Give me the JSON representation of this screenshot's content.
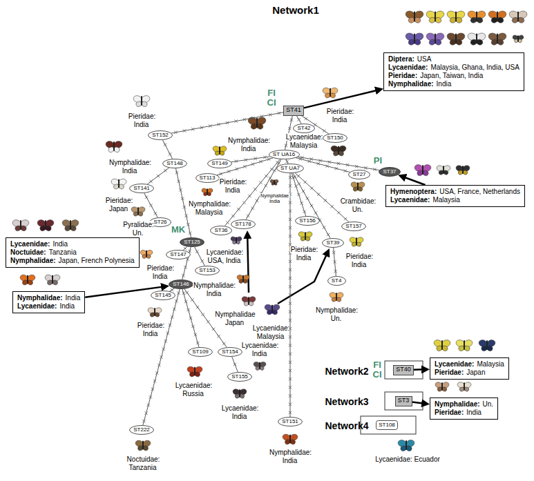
{
  "diagram": {
    "nodes": [
      {
        "text": [
          "ST41"
        ]
      },
      {
        "text": [
          "Diptera:",
          "USA",
          "Lycaenidae:",
          "Malaysia, Ghana, India, USA",
          "Pieridae:",
          "Japan, Taiwan, India",
          "Nymphalidae:",
          "India"
        ]
      },
      {
        "text": [
          "ST152"
        ]
      },
      {
        "text": [
          "ST150"
        ]
      },
      {
        "text": [
          "ST42"
        ]
      },
      {
        "text": [
          "ST148"
        ]
      },
      {
        "text": [
          "ST UA16"
        ]
      },
      {
        "text": [
          "ST149"
        ]
      },
      {
        "text": [
          "ST UA7"
        ]
      },
      {
        "text": [
          "ST27"
        ]
      },
      {
        "text": [
          "ST37"
        ]
      },
      {
        "text": [
          "ST113"
        ]
      },
      {
        "text": [
          "ST141"
        ]
      },
      {
        "text": [
          "Hymenoptera:",
          "USA, France, Netherlands",
          "Lycaenidae:",
          "Malaysia"
        ]
      },
      {
        "text": [
          "ST26"
        ]
      },
      {
        "text": [
          "ST36"
        ]
      },
      {
        "text": [
          "ST178"
        ]
      },
      {
        "text": [
          "ST156"
        ]
      },
      {
        "text": [
          "ST157"
        ]
      },
      {
        "text": [
          "ST39"
        ]
      },
      {
        "text": [
          "ST125"
        ]
      },
      {
        "text": [
          "Lycaenidae:",
          "India",
          "Noctuidae:",
          "Tanzania",
          "Nymphalidae:",
          "Japan, French Polynesia"
        ]
      },
      {
        "text": [
          "ST153"
        ]
      },
      {
        "text": [
          "ST147"
        ]
      },
      {
        "text": [
          "ST4"
        ]
      },
      {
        "text": [
          "ST146"
        ]
      },
      {
        "text": [
          "Nymphalidae:",
          "India",
          "Lycaenidae:",
          "India"
        ]
      },
      {
        "text": [
          "ST145"
        ]
      },
      {
        "text": [
          "ST109"
        ]
      },
      {
        "text": [
          "ST154"
        ]
      },
      {
        "text": [
          "ST40"
        ]
      },
      {
        "text": [
          "Lycaenidae:",
          "Malaysia",
          "Pieridae:",
          "Japan"
        ]
      },
      {
        "text": [
          "ST155"
        ]
      },
      {
        "text": [
          "ST3"
        ]
      },
      {
        "text": [
          "Nymphalidae:",
          "Un.",
          "Pieridae:",
          "India"
        ]
      },
      {
        "text": [
          "ST151"
        ]
      },
      {
        "text": [
          "ST108"
        ]
      },
      {
        "text": [
          "ST222"
        ]
      }
    ],
    "edges": [
      {
        "from": 0,
        "to": 1,
        "arrow": "to"
      },
      {
        "from": 0,
        "to": 2,
        "arrow": "none"
      },
      {
        "from": 0,
        "to": 4,
        "arrow": "none"
      },
      {
        "from": 0,
        "to": 3,
        "arrow": "none"
      },
      {
        "from": 0,
        "to": 6,
        "arrow": "none"
      },
      {
        "from": 2,
        "to": 5,
        "arrow": "none"
      },
      {
        "from": 5,
        "to": 12,
        "arrow": "none"
      },
      {
        "from": 5,
        "to": 20,
        "arrow": "none"
      },
      {
        "from": 12,
        "to": 14,
        "arrow": "none"
      },
      {
        "from": 6,
        "to": 7,
        "arrow": "none"
      },
      {
        "from": 6,
        "to": 11,
        "arrow": "none"
      },
      {
        "from": 6,
        "to": 15,
        "arrow": "none"
      },
      {
        "from": 6,
        "to": 16,
        "arrow": "none"
      },
      {
        "from": 6,
        "to": 8,
        "arrow": "none"
      },
      {
        "from": 6,
        "to": 9,
        "arrow": "none"
      },
      {
        "from": 6,
        "to": 10,
        "arrow": "none"
      },
      {
        "from": 13,
        "to": 10,
        "arrow": "to"
      },
      {
        "from": 8,
        "to": 17,
        "arrow": "none"
      },
      {
        "from": 8,
        "to": 19,
        "arrow": "none"
      },
      {
        "from": 8,
        "to": 18,
        "arrow": "none"
      },
      {
        "from": 8,
        "to": 35,
        "arrow": "none"
      },
      {
        "from": 19,
        "to": 24,
        "arrow": "none"
      },
      {
        "from": 20,
        "to": 23,
        "arrow": "none"
      },
      {
        "from": 20,
        "to": 22,
        "arrow": "none"
      },
      {
        "from": 20,
        "to": 25,
        "arrow": "none"
      },
      {
        "from": 26,
        "to": 25,
        "arrow": "to"
      },
      {
        "from": 25,
        "to": 27,
        "arrow": "none"
      },
      {
        "from": 25,
        "to": 28,
        "arrow": "none"
      },
      {
        "from": 25,
        "to": 29,
        "arrow": "none"
      },
      {
        "from": 25,
        "to": 37,
        "arrow": "none"
      },
      {
        "from": 29,
        "to": 32,
        "arrow": "none"
      },
      {
        "from": 30,
        "to": 31,
        "arrow": "to"
      },
      {
        "from": 33,
        "to": 34,
        "arrow": "to"
      }
    ],
    "labels": [
      "Network1",
      "FI",
      "CI",
      "Pieridae: India",
      "Pieridae: India",
      "Nymphalidae: India",
      "Lycaenidae: Malaysia",
      "Nymphalidae: India",
      "Pieridae: Japan",
      "Pyralidae: Un.",
      "Nymphalidae: India",
      "Pieridae: India",
      "Nymphalidae: Malaysia",
      "Lycaenidae: USA, India",
      "Nymphalidae Japan",
      "Pieridae: India",
      "Pieridae: India",
      "Nymphalidae: Un.",
      "Lycaenidae: Malaysia",
      "Crambidae: Un.",
      "PI",
      "MK",
      "Pieridae: India",
      "Nymphalidae: India",
      "Pieridae: India",
      "Lycaenidae: Russia",
      "Lycaenidae: India",
      "Lycaenidae: India",
      "Noctuidae: Tanzania",
      "Nymphalidae: India",
      "Network2",
      "FI",
      "CI",
      "Network3",
      "Network4",
      "Lycaenidae: Ecuador"
    ]
  }
}
